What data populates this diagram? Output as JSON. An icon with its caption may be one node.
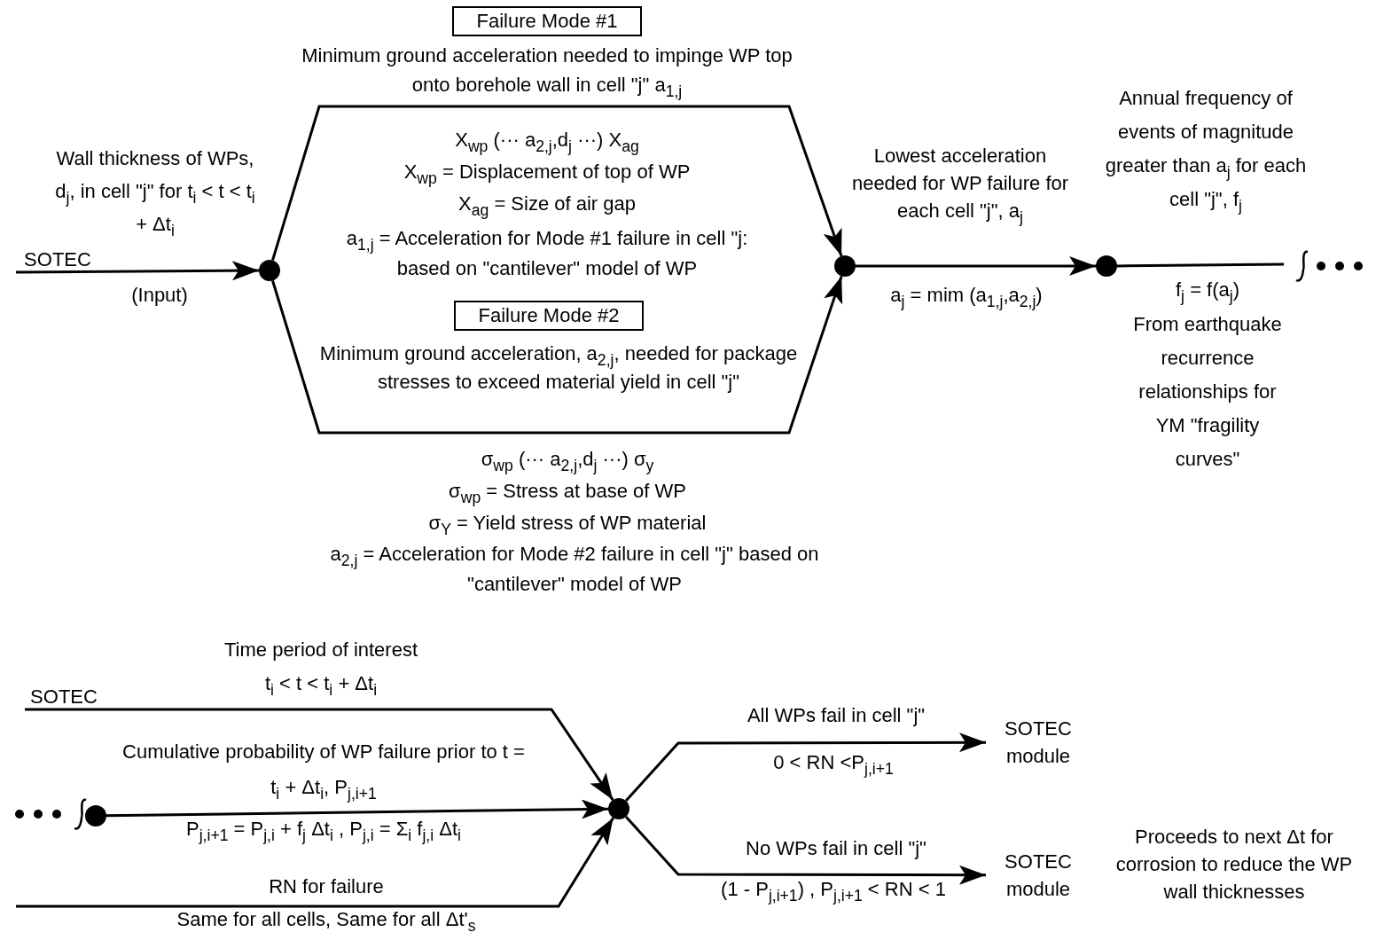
{
  "diagram": {
    "nodes": [
      {
        "text": [
          "Failure Mode #1"
        ],
        "beside": [
          "Minimum ground acceleration needed to impinge WP top onto borehole wall in cell \"j\" a$_{1,j}$"
        ]
      },
      {
        "text": [],
        "shape": "circle"
      },
      {
        "text": [],
        "shape": "circle"
      },
      {
        "text": [],
        "shape": "circle"
      },
      {
        "text": [
          "Failure Mode #2"
        ],
        "beside": [
          "Minimum ground acceleration, a$_{2,j}$, needed for package stresses to exceed material yield in cell \"j\""
        ]
      },
      {
        "text": [],
        "shape": "circle"
      },
      {
        "text": [],
        "shape": "circle"
      },
      {
        "text": [
          "SOTEC module"
        ]
      },
      {
        "text": [
          "SOTEC module"
        ]
      }
    ],
    "edges": [
      {
        "from": null,
        "to": 1,
        "arrow": "to",
        "label": "SOTEC"
      },
      {
        "from": 1,
        "to": 2,
        "arrow": "to"
      },
      {
        "from": 1,
        "to": 2,
        "arrow": "to"
      },
      {
        "from": 2,
        "to": 3,
        "arrow": "to",
        "label": "Lowest acceleration needed for WP failure for each cell \"j\",  a$_{j}$"
      },
      {
        "from": 3,
        "to": null,
        "arrow": "none",
        "label": "Annual frequency of events of magnitude greater than a$_{j}$ for each cell \"j\", f$_{j}$"
      },
      {
        "from": null,
        "to": 6,
        "arrow": "to",
        "label": "SOTEC"
      },
      {
        "from": 5,
        "to": 6,
        "arrow": "to",
        "label": "Cumulative probability of WP failure prior to t = t$_{i}$ + Δt$_{i}$, P$_{j,i+1}$"
      },
      {
        "from": null,
        "to": 6,
        "arrow": "to",
        "label": "RN for failure"
      },
      {
        "from": 6,
        "to": 7,
        "arrow": "to",
        "label": "All WPs fail in cell \"j\""
      },
      {
        "from": 6,
        "to": 8,
        "arrow": "to",
        "label": "No WPs fail in cell \"j\""
      }
    ],
    "labels": [
      "Wall thickness of WPs, d$_{j}$, in cell \"j\" for t$_{i}$ < t < t$_{i}$ + Δt$_{i}$",
      "(Input)",
      "X$_{wp}$ (··· a$_{2,j}$,d$_{j}$ ···)   X$_{ag}$",
      "X$_{wp}$ = Displacement of top of WP",
      "X$_{ag}$ = Size of air gap",
      "a$_{1,j}$ = Acceleration for Mode #1 failure in cell \"j: based on \"cantilever\" model of WP",
      "σ$_{wp}$ (··· a$_{2,j}$,d$_{j}$ ···)   σ$_{y}$",
      "σ$_{wp}$ = Stress at base of WP",
      "σ$_{Y}$ = Yield stress of WP material",
      "a$_{2,j}$ = Acceleration for Mode #2 failure in cell \"j\" based on \"cantilever\" model of WP",
      "a$_{j}$ = mim (a$_{1,j}$,a$_{2,j}$)",
      "f$_{j}$ = f(a$_{j}$)",
      "From earthquake recurrence relationships for YM \"fragility curves\"",
      "Time period of interest",
      "t$_{i}$ < t < t$_{i}$ + Δt$_{i}$",
      "P$_{j,i+1}$ = P$_{j,i}$ + f$_{j}$ Δt$_{i}$ , P$_{j,i}$ = Σ$_{i}$ f$_{j,i}$ Δt$_{i}$",
      "Same for all cells, Same for all Δt'$_{s}$",
      "0 < RN <P$_{j,i+1}$",
      "(1 - P$_{j,i+1}$) , P$_{j,i+1}$ < RN < 1",
      "Proceeds to next Δt for corrosion to reduce the WP wall thicknesses"
    ]
  }
}
